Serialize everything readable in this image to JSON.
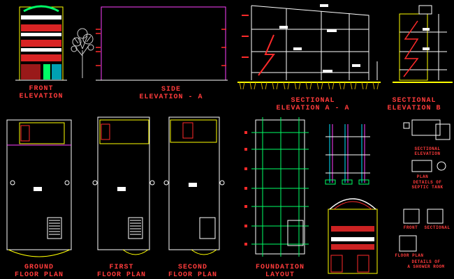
{
  "labels": {
    "front_elevation": [
      "FRONT",
      "ELEVATION"
    ],
    "side_elevation": [
      "SIDE",
      "ELEVATION - A"
    ],
    "sectional_a": [
      "SECTIONAL",
      "ELEVATION  A - A"
    ],
    "sectional_b": [
      "SECTIONAL",
      "ELEVATION  B"
    ],
    "ground_floor": [
      "GROUND",
      "FLOOR PLAN"
    ],
    "first_floor": [
      "FIRST",
      "FLOOR PLAN"
    ],
    "second_floor": [
      "SECOND",
      "FLOOR PLAN"
    ],
    "foundation": [
      "FOUNDATION",
      "LAYOUT"
    ],
    "septic_sectional": [
      "SECTIONAL",
      "ELEVATION"
    ],
    "septic_plan": "PLAN",
    "septic_details": [
      "DETAILS OF",
      "SEPTIC TANK"
    ],
    "front_small": "FRONT",
    "sectional_small": "SECTIONAL",
    "floor_plan_small": "FLOOR PLAN",
    "details_small": [
      "DETAILS OF",
      "A SHOWER ROOM"
    ]
  },
  "colors": {
    "background": "#000000",
    "label": "#ff3b3b",
    "wall": "#ffffff",
    "accent_yellow": "#ffff00",
    "accent_green": "#00ff66",
    "accent_cyan": "#00e5ff",
    "accent_magenta": "#ff40ff",
    "accent_red": "#ff2a2a"
  }
}
